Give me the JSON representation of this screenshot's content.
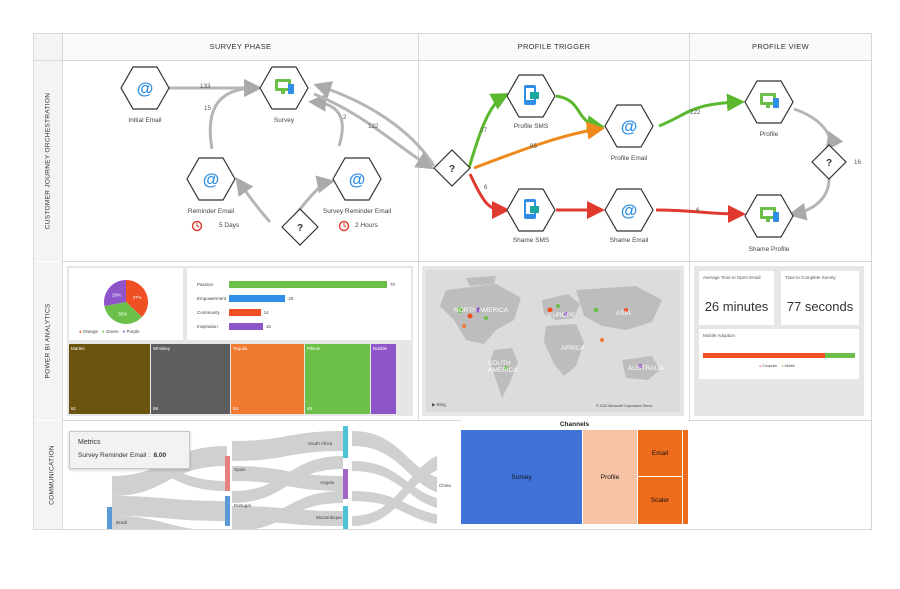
{
  "columns": [
    "SURVEY PHASE",
    "PROFILE TRIGGER",
    "PROFILE VIEW"
  ],
  "rows": [
    "CUSTOMER JOURNEY ORCHESTRATION",
    "POWER BI ANALYTICS",
    "COMMUNICATION"
  ],
  "journey": {
    "nodes": {
      "initial_email": "Initial Email",
      "survey": "Survey",
      "reminder_email": "Reminder Email",
      "survey_reminder_email": "Survey Reminder Email",
      "profile_sms": "Profile SMS",
      "profile_email": "Profile Email",
      "shame_sms": "Shame SMS",
      "shame_email": "Shame Email",
      "profile": "Profile",
      "shame_profile": "Shame Profile"
    },
    "waits": {
      "reminder": "5 Days",
      "survey_reminder": "2 Hours"
    },
    "counts": {
      "initial_to_survey": "133",
      "initial_back": "15",
      "survey_reminder": "2",
      "survey_to_trigger": "122",
      "to_profile_sms": "27",
      "to_profile_email": "95",
      "to_shame_sms": "6",
      "profile_email_to_profile": "122",
      "shame_to_profile": "6",
      "end_label": "16"
    }
  },
  "analytics": {
    "pie": {
      "slices": [
        {
          "name": "Orange",
          "percent": 37,
          "label": "37%",
          "color": "#f04e23"
        },
        {
          "name": "Green",
          "percent": 35,
          "label": "35%",
          "color": "#6cc04a"
        },
        {
          "name": "Purple",
          "percent": 28,
          "label": "28%",
          "color": "#8e55c8"
        }
      ],
      "legend": [
        "Orange",
        "Green",
        "Purple"
      ]
    },
    "bars": [
      {
        "label": "Passion",
        "value": 70,
        "color": "#6cc04a"
      },
      {
        "label": "Empowerment",
        "value": 25,
        "color": "#2f8fe6"
      },
      {
        "label": "Community",
        "value": 14,
        "color": "#f04e23"
      },
      {
        "label": "Inspiration",
        "value": 15,
        "color": "#8e55c8"
      }
    ],
    "treemap": [
      {
        "label": "Martini",
        "value": "61",
        "color": "#6b5410"
      },
      {
        "label": "Whiskey",
        "value": "58",
        "color": "#5e5e5e"
      },
      {
        "label": "Tequila",
        "value": "54",
        "color": "#f07a32"
      },
      {
        "label": "Pilsner",
        "value": "45",
        "color": "#6cc04a"
      },
      {
        "label": "Bubble",
        "value": "",
        "color": "#8e55c8"
      }
    ],
    "map": {
      "labels": [
        "NORTH AMERICA",
        "EUROPE",
        "ASIA",
        "AFRICA",
        "SOUTH AMERICA",
        "AUSTRALIA"
      ],
      "brand": "Bing",
      "copyright": "© 2022 Microsoft Corporation  Terms"
    },
    "kpis": [
      {
        "title": "Average Time to Open Email",
        "value": "26 minutes"
      },
      {
        "title": "Time to Complete Survey",
        "value": "77 seconds"
      }
    ],
    "adoption": {
      "title": "Mobile Adoption",
      "segments": [
        {
          "name": "Computer",
          "percent": 80,
          "color": "#f04e23"
        },
        {
          "name": "Mobile",
          "percent": 20,
          "color": "#6cc04a"
        }
      ],
      "legend": [
        "Computer",
        "Mobile"
      ]
    }
  },
  "communication": {
    "tooltip": {
      "title": "Metrics",
      "label": "Survey Reminder Email :",
      "value": "8.00"
    },
    "sankey_nodes": [
      "Brazil",
      "Spain",
      "Portugal",
      "South Africa",
      "Angola",
      "Mozambique",
      "China"
    ],
    "channels": {
      "title": "Channels",
      "items": [
        {
          "label": "Survey",
          "color": "#3f73d8"
        },
        {
          "label": "Profile",
          "color": "#f6c4a4"
        },
        {
          "label": "Email",
          "color": "#ee6d1c"
        },
        {
          "label": "Scaler",
          "color": "#ee6d1c"
        }
      ]
    }
  }
}
